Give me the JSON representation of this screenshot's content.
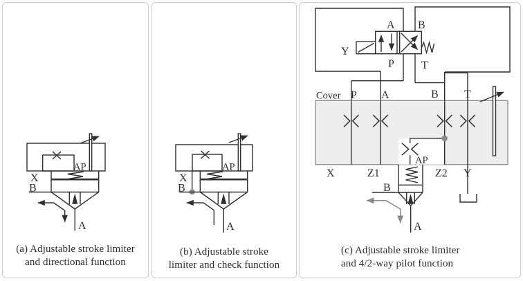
{
  "colors": {
    "line": "#2f2f2f",
    "gray_accent": "#8a8a8a",
    "cover_block_fill": "#ededed",
    "panel_border": "#cfcfcf",
    "background": "#ffffff"
  },
  "panels": {
    "a": {
      "caption_line1": "(a) Adjustable stroke limiter",
      "caption_line2": "and directional function",
      "labels": {
        "x": "X",
        "b": "B",
        "a": "A",
        "ap": "AP"
      }
    },
    "b": {
      "caption_line1": "(b) Adjustable stroke",
      "caption_line2": "limiter and check function",
      "labels": {
        "x": "X",
        "b": "B",
        "a": "A",
        "ap": "AP"
      }
    },
    "c": {
      "caption_line1": "(c) Adjustable stroke limiter",
      "caption_line2": "and 4/2-way pilot function",
      "pilot_valve": {
        "a": "A",
        "b": "B",
        "p": "P",
        "t": "T",
        "y": "Y"
      },
      "cover_label": "Cover",
      "cover_ports_top": {
        "p": "P",
        "a": "A",
        "b": "B",
        "t": "T"
      },
      "cover_ports_bottom": {
        "x": "X",
        "z1": "Z1",
        "z2": "Z2",
        "y": "Y"
      },
      "labels": {
        "ap": "AP",
        "b": "B",
        "a": "A"
      }
    }
  }
}
